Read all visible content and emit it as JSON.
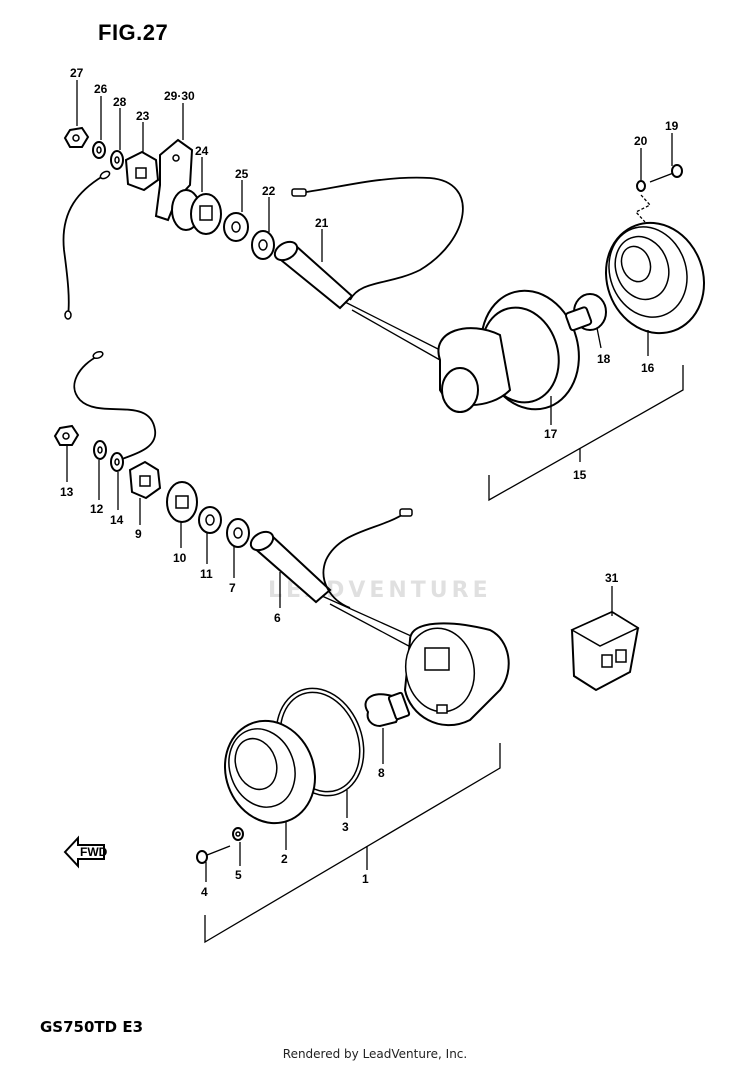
{
  "figure_title": "FIG.27",
  "model_code": "GS750TD  E3",
  "footer": "Rendered by LeadVenture, Inc.",
  "watermark": "LEADVENTURE",
  "fwd_label": "FWD",
  "callouts": {
    "c1": "1",
    "c2": "2",
    "c3": "3",
    "c4": "4",
    "c5": "5",
    "c6": "6",
    "c7": "7",
    "c8": "8",
    "c9": "9",
    "c10": "10",
    "c11": "11",
    "c12": "12",
    "c13": "13",
    "c14": "14",
    "c15": "15",
    "c16": "16",
    "c17": "17",
    "c18": "18",
    "c19": "19",
    "c20": "20",
    "c21": "21",
    "c22": "22",
    "c23": "23",
    "c24": "24",
    "c25": "25",
    "c26": "26",
    "c27": "27",
    "c28": "28",
    "c2930": "29·30",
    "c31": "31"
  }
}
